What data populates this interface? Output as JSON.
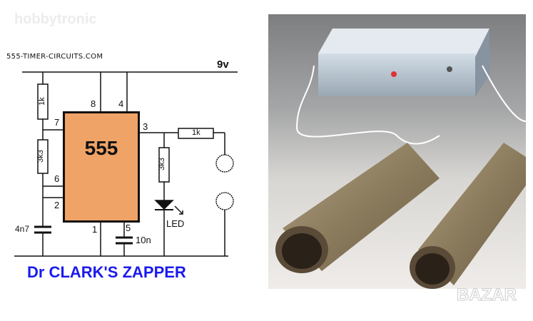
{
  "watermark": "hobbytronic",
  "schematic": {
    "source": "555-TIMER-CIRCUITS.COM",
    "supply": "9v",
    "ic_label": "555",
    "pins": [
      "8",
      "4",
      "7",
      "3",
      "6",
      "2",
      "1",
      "5"
    ],
    "components": {
      "r1": "1k",
      "r2": "3k3",
      "r3": "1k",
      "r4": "3k3",
      "c1": "4n7",
      "c2": "10n",
      "led": "LED"
    },
    "title": "Dr CLARK'S ZAPPER"
  },
  "photo_watermark": "BAZAR"
}
